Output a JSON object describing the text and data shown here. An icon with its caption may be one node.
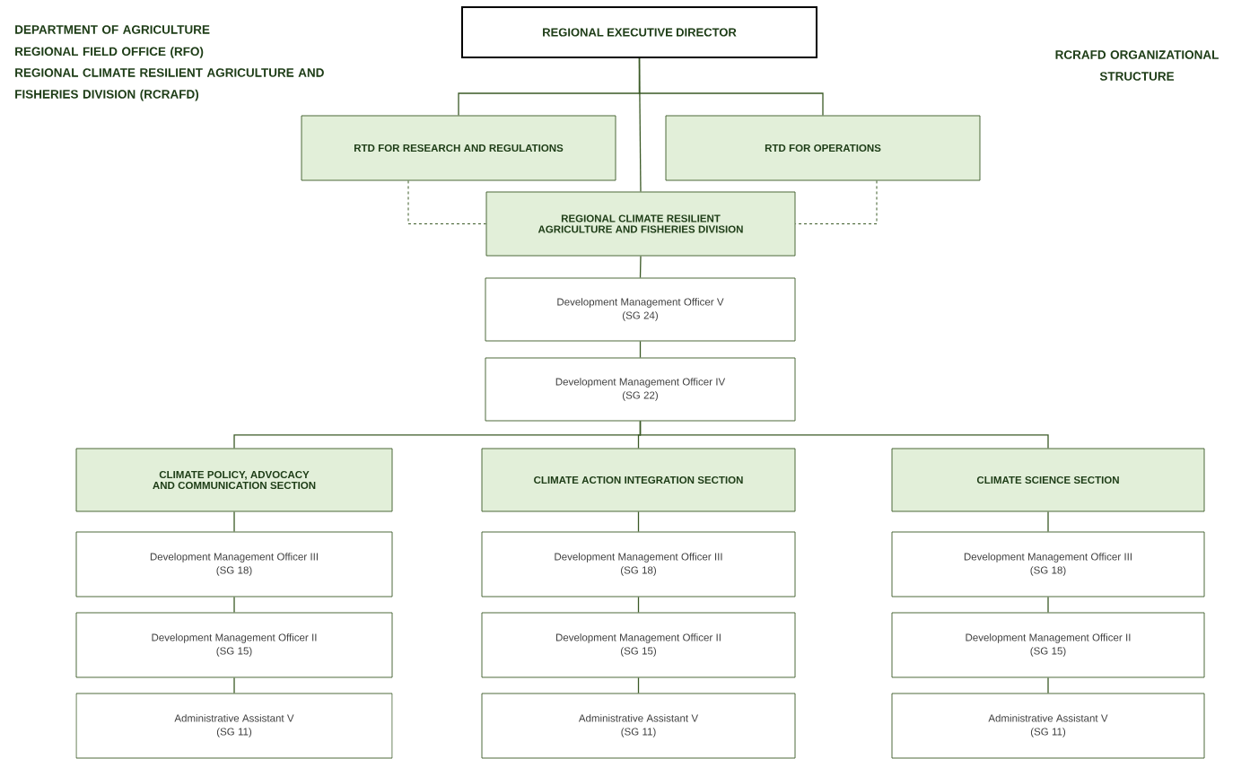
{
  "diagram": {
    "title": "RCRAFD ORGANIZATIONAL STRUCTURE",
    "nodes": [
      {
        "text": [
          "REGIONAL EXECUTIVE DIRECTOR"
        ]
      },
      {
        "text": [
          "RTD FOR RESEARCH AND REGULATIONS"
        ]
      },
      {
        "text": [
          "RTD FOR OPERATIONS"
        ]
      },
      {
        "text": [
          "REGIONAL CLIMATE RESILIENT AGRICULTURE AND FISHERIES DIVISION"
        ]
      },
      {
        "text": [
          "Development Management Officer V",
          "(SG 24)"
        ]
      },
      {
        "text": [
          "Development Management Officer IV",
          "(SG 22)"
        ]
      },
      {
        "text": [
          "CLIMATE POLICY, ADVOCACY AND COMMUNICATION SECTION"
        ]
      },
      {
        "text": [
          "CLIMATE ACTION INTEGRATION SECTION"
        ]
      },
      {
        "text": [
          "CLIMATE SCIENCE SECTION"
        ]
      },
      {
        "text": [
          "Development Management Officer III",
          "(SG 18)"
        ]
      },
      {
        "text": [
          "Development Management Officer III",
          "(SG 18)"
        ]
      },
      {
        "text": [
          "Development Management Officer III",
          "(SG 18)"
        ]
      },
      {
        "text": [
          "Development Management Officer II",
          "(SG 15)"
        ]
      },
      {
        "text": [
          "Development Management Officer II",
          "(SG 15)"
        ]
      },
      {
        "text": [
          "Development Management Officer II",
          "(SG 15)"
        ]
      },
      {
        "text": [
          "Administrative Assistant V",
          "(SG 11)"
        ]
      },
      {
        "text": [
          "Administrative Assistant V",
          "(SG 11)"
        ]
      },
      {
        "text": [
          "Administrative Assistant V",
          "(SG 11)"
        ]
      }
    ],
    "edges": [
      {
        "from": 0,
        "to": 1,
        "arrow": "none"
      },
      {
        "from": 0,
        "to": 2,
        "arrow": "none"
      },
      {
        "from": 0,
        "to": 3,
        "arrow": "none"
      },
      {
        "from": 1,
        "to": 3,
        "arrow": "none",
        "style": "dashed"
      },
      {
        "from": 2,
        "to": 3,
        "arrow": "none",
        "style": "dashed"
      },
      {
        "from": 3,
        "to": 4,
        "arrow": "none"
      },
      {
        "from": 4,
        "to": 5,
        "arrow": "none"
      },
      {
        "from": 5,
        "to": 6,
        "arrow": "none"
      },
      {
        "from": 5,
        "to": 7,
        "arrow": "none"
      },
      {
        "from": 5,
        "to": 8,
        "arrow": "none"
      },
      {
        "from": 6,
        "to": 9,
        "arrow": "none"
      },
      {
        "from": 7,
        "to": 10,
        "arrow": "none"
      },
      {
        "from": 8,
        "to": 11,
        "arrow": "none"
      },
      {
        "from": 9,
        "to": 12,
        "arrow": "none"
      },
      {
        "from": 10,
        "to": 13,
        "arrow": "none"
      },
      {
        "from": 11,
        "to": 14,
        "arrow": "none"
      },
      {
        "from": 12,
        "to": 15,
        "arrow": "none"
      },
      {
        "from": 13,
        "to": 16,
        "arrow": "none"
      },
      {
        "from": 14,
        "to": 17,
        "arrow": "none"
      }
    ],
    "labels": [
      "DEPARTMENT OF AGRICULTURE",
      "REGIONAL FIELD OFFICE (RFO)",
      "REGIONAL CLIMATE RESILIENT AGRICULTURE AND FISHERIES DIVISION (RCRAFD)"
    ]
  }
}
